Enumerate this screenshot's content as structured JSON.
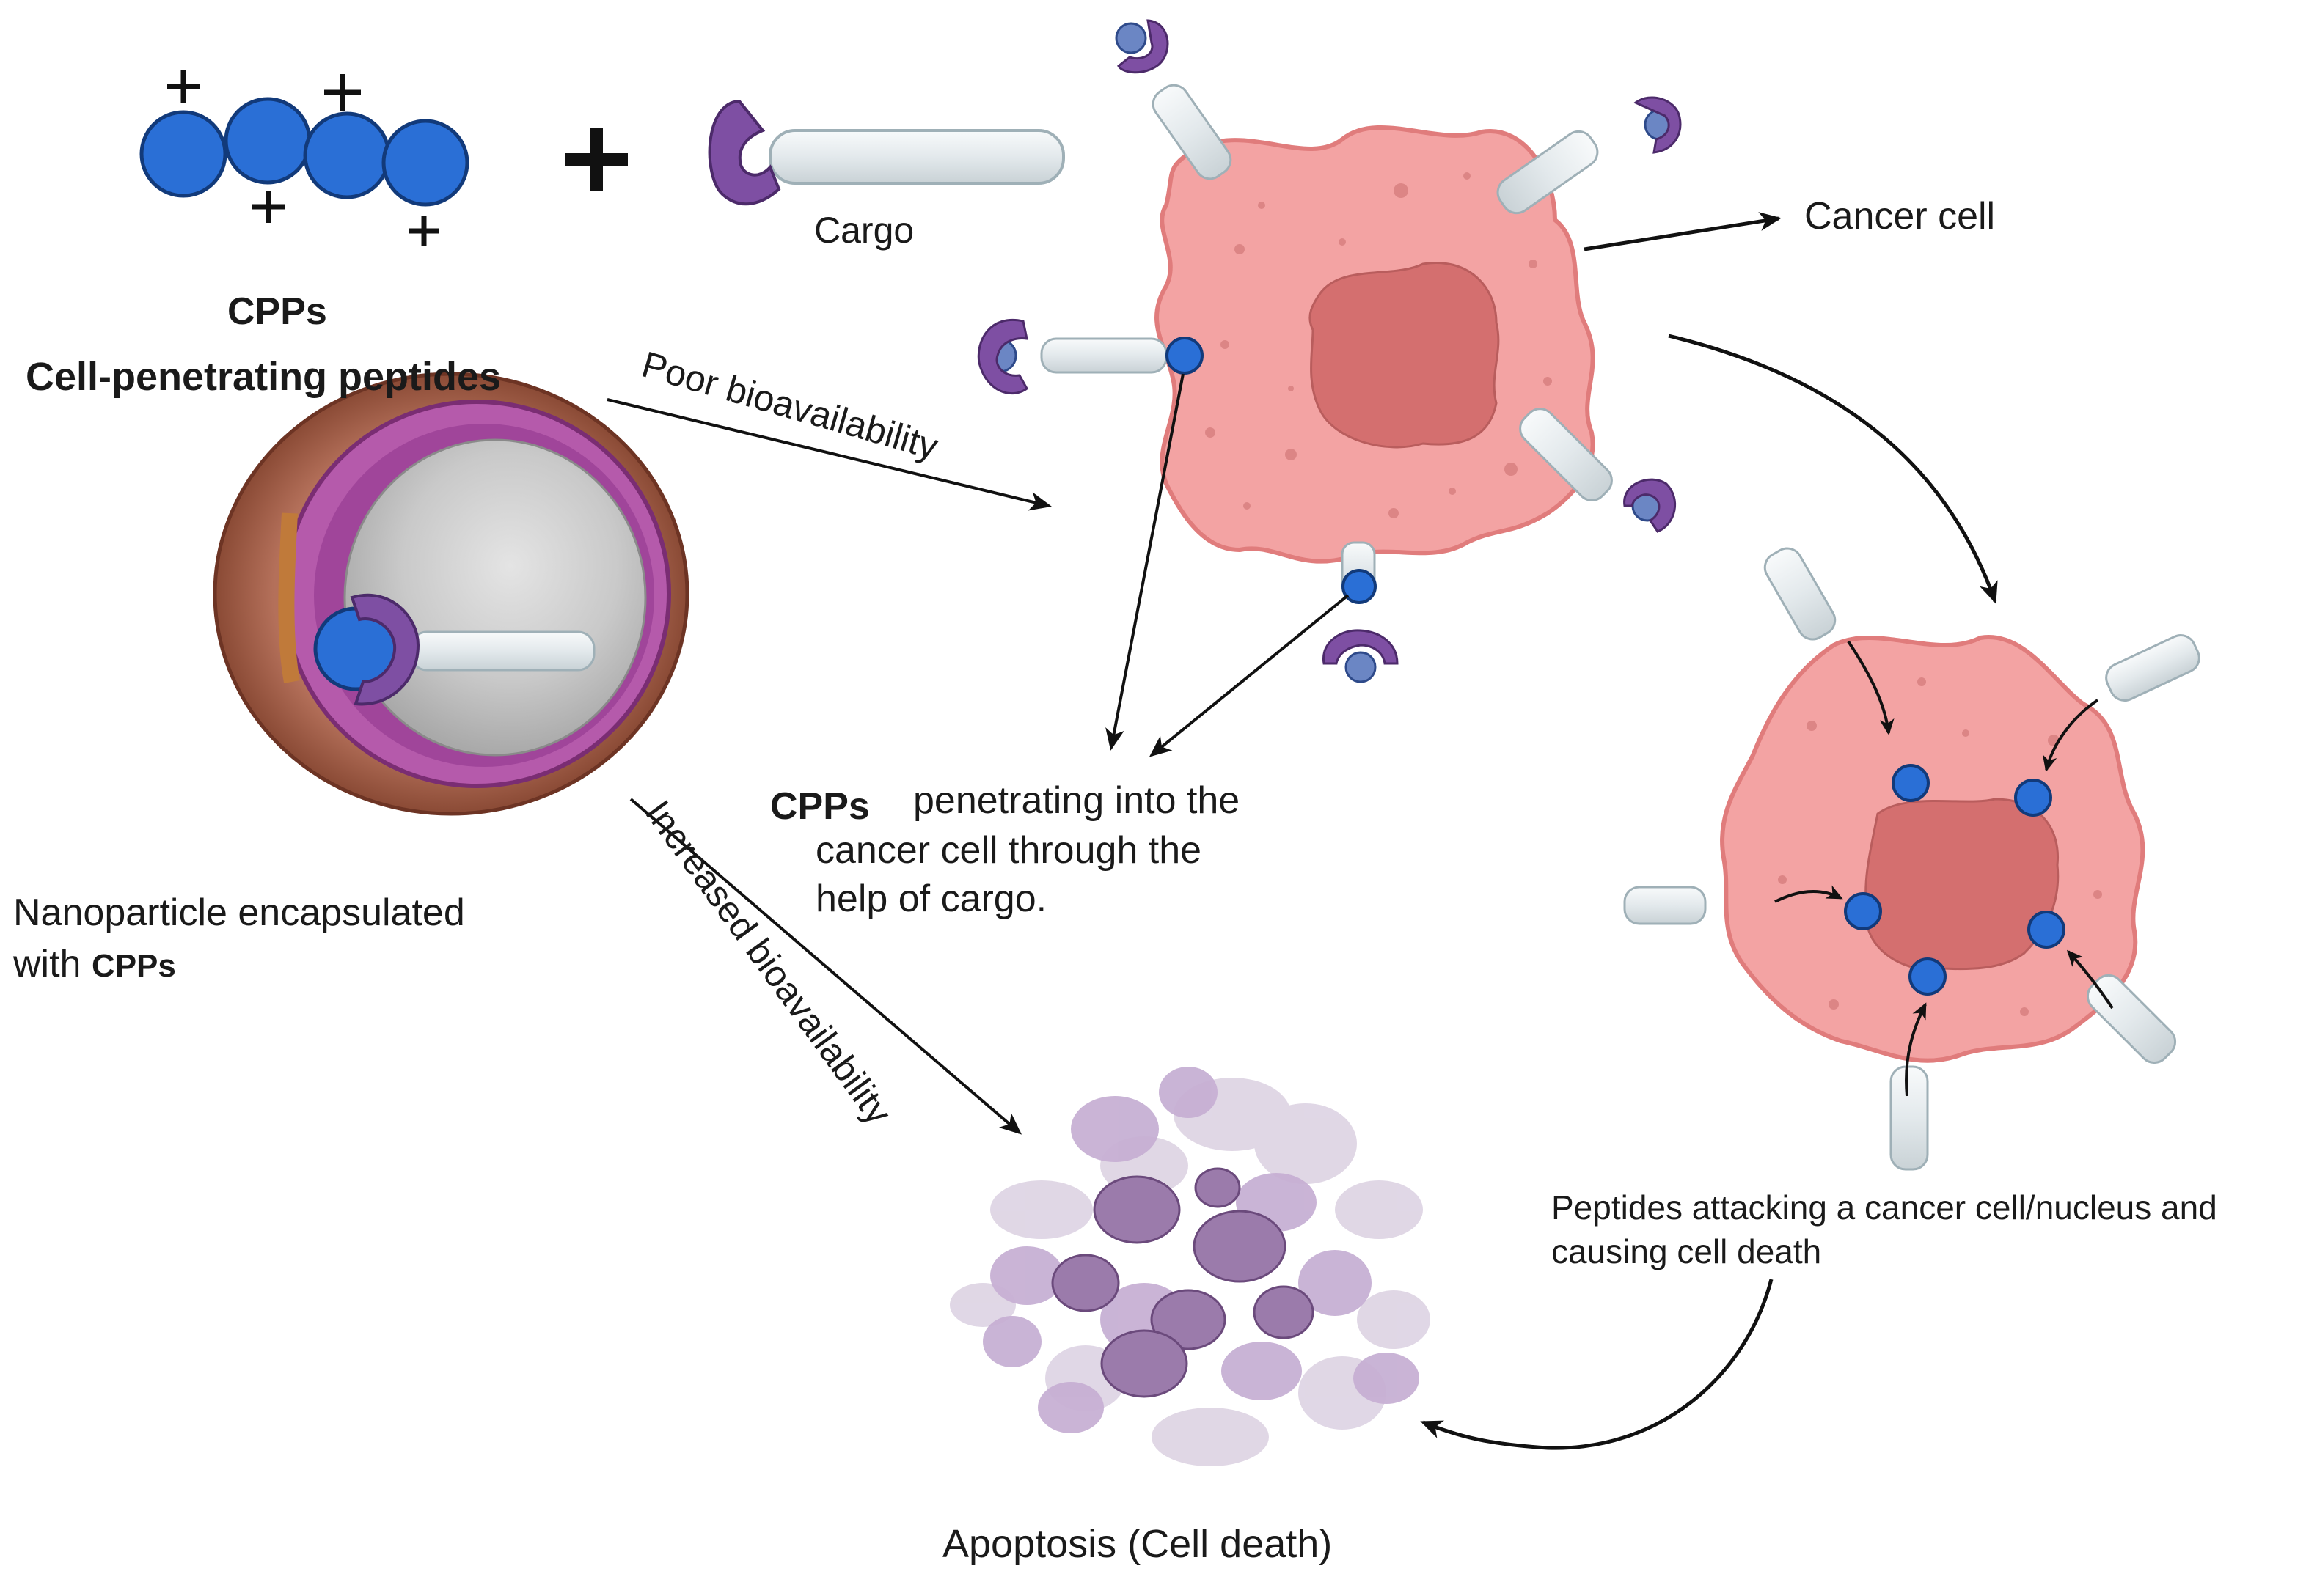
{
  "labels": {
    "cpps_abbrev": "CPPs",
    "cpps_full": "Cell-penetrating peptides",
    "plus_sign": "+",
    "cargo": "Cargo",
    "cancer_cell": "Cancer cell",
    "poor_bioavailability": "Poor bioavailability",
    "increased_bioavailability": "Increased bioavailability",
    "penetrating_bold": "CPPs",
    "penetrating_line1": "penetrating into the",
    "penetrating_line2": "cancer cell through the",
    "penetrating_line3": "help of cargo.",
    "nanoparticle_line1": "Nanoparticle encapsulated",
    "nanoparticle_line2_prefix": "with",
    "nanoparticle_line2_bold": "CPPs",
    "attack_line1": "Peptides attacking a cancer cell/nucleus and",
    "attack_line2": "causing cell death",
    "apoptosis": "Apoptosis (Cell death)"
  },
  "colors": {
    "peptide_blue": "#2a6fd6",
    "receptor_purple": "#7e4fa3",
    "cell_pink": "#f3a3a3",
    "nucleus": "#d46f6f",
    "nanoparticle_shell": "#9c5a3c",
    "nanoparticle_membrane": "#a0459a",
    "apoptosis_purple": "#9b7bab"
  }
}
